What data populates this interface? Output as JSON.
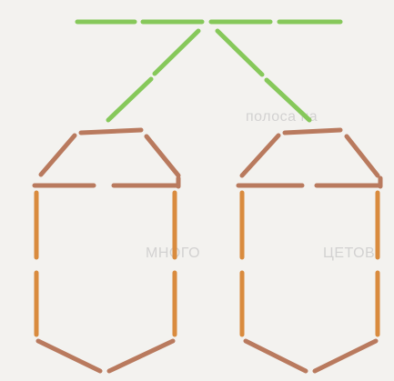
{
  "figure": {
    "colors": {
      "background": "#f3f2ef",
      "top_sticks": "#86c85a",
      "body_sticks": "#b97a5e",
      "side_sticks": "#d98b3e"
    },
    "stick_counts": {
      "top_bar": 4,
      "connectors": 4,
      "left_shape": 12,
      "right_shape": 12,
      "total": 32
    }
  },
  "background_print": {
    "fragments": [
      "полоса на",
      "МНОГО",
      "ЦЕТОВ"
    ]
  }
}
